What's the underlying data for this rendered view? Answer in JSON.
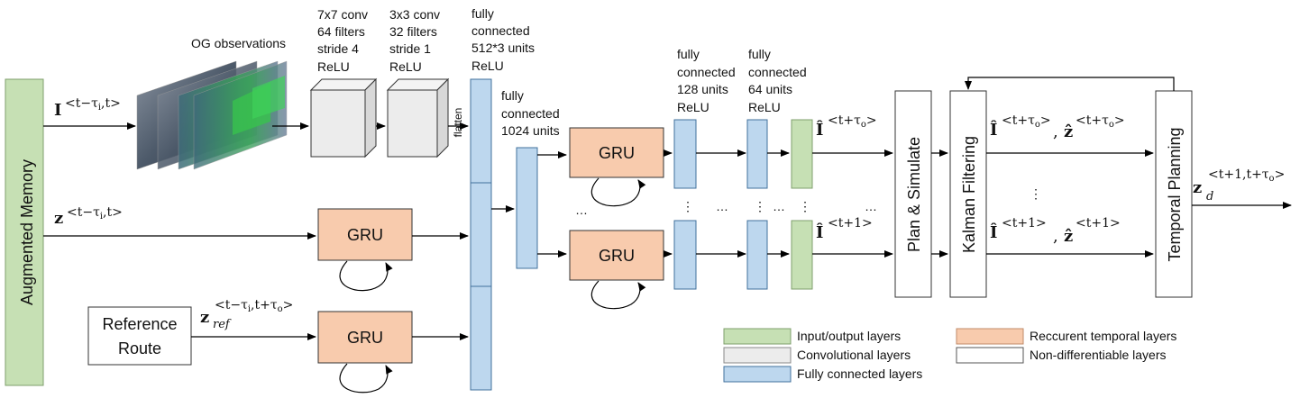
{
  "blocks": {
    "memory": "Augmented Memory",
    "reference_route": [
      "Reference",
      "Route"
    ],
    "gru": "GRU",
    "plan_simulate": "Plan & Simulate",
    "kalman": "Kalman Filtering",
    "temporal": "Temporal Planning",
    "flatten": "flatten"
  },
  "inputs": {
    "og_observations": "OG observations",
    "I_base": "I",
    "I_sup": "<t−τ",
    "I_sub": "i",
    "I_sup2": ",t>",
    "z_base": "z",
    "z_sup": "<t−τ",
    "z_sub": "i",
    "z_sup2": ",t>",
    "zref_base": "z",
    "zref_sup": "<t−τ",
    "zref_supsub": "i",
    "zref_sup2": ",t+τ",
    "zref_supsub2": "o",
    "zref_sup3": ">",
    "zref_sub": "ref"
  },
  "conv1": [
    "7x7 conv",
    "64 filters",
    "stride 4",
    "ReLU"
  ],
  "conv2": [
    "3x3 conv",
    "32 filters",
    "stride 1",
    "ReLU"
  ],
  "fc_512": [
    "fully",
    "connected",
    "512*3 units",
    "ReLU"
  ],
  "fc_1024": [
    "fully",
    "connected",
    "1024 units"
  ],
  "fc_128": [
    "fully",
    "connected",
    "128 units",
    "ReLU"
  ],
  "fc_64": [
    "fully",
    "connected",
    "64 units",
    "ReLU"
  ],
  "outputs": {
    "I_hat": "Î",
    "top_sup": "<t+τ",
    "top_sub": "o",
    "top_sup2": ">",
    "bot_sup": "<t+1>",
    "z_hat": "ẑ",
    "comma": ",",
    "zd_base": "z",
    "zd_sub": "d",
    "zd_sup": "<t+1,t+τ",
    "zd_supsub": "o",
    "zd_sup2": ">"
  },
  "dots": {
    "h": "…",
    "v": "⋮"
  },
  "legend": {
    "input_output": "Input/output layers",
    "convolutional": "Convolutional layers",
    "fully_connected": "Fully connected layers",
    "recurrent": "Reccurent temporal layers",
    "non_diff": "Non-differentiable layers"
  },
  "colors": {
    "green": "#c6e0b4",
    "blue": "#bdd7ee",
    "orange": "#f8cbad",
    "gray": "#ececec",
    "white": "#ffffff"
  }
}
